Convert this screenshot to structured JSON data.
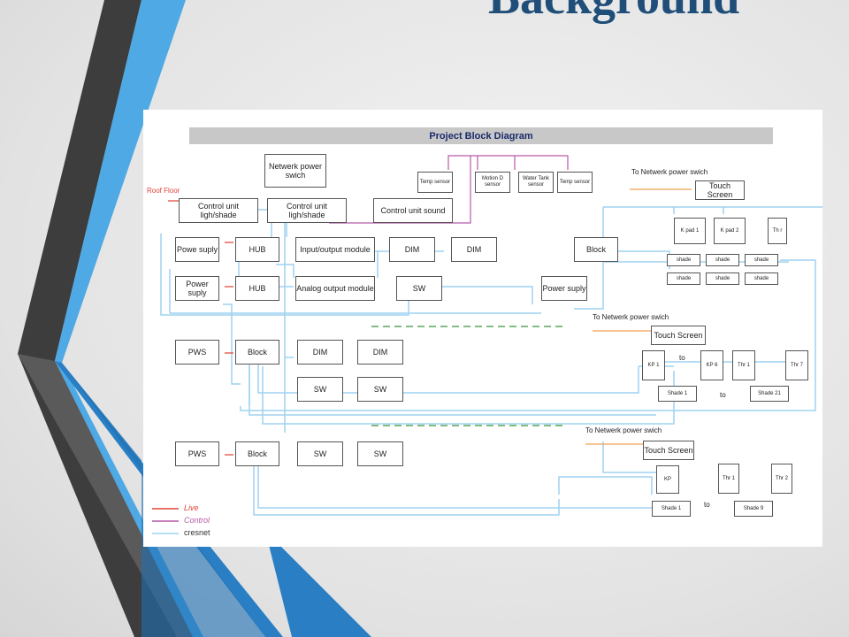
{
  "slide": {
    "title": "Background"
  },
  "diagram": {
    "title": "Project Block Diagram",
    "roof_label": "Roof Floor",
    "blocks": {
      "network_power": "Netwerk power swich",
      "ctrl_light": "Control unit ligh/shade",
      "ctrl_light2": "Control unit ligh/shade",
      "ctrl_sound": "Control unit sound",
      "temp1": "Temp sensor",
      "motion": "Motion D sensor",
      "water": "Water Tank sensor",
      "temp2": "Temp sensor",
      "power1": "Powe suply",
      "hub1": "HUB",
      "io_module": "Input/output module",
      "dim1": "DIM",
      "dim2": "DIM",
      "power2": "Power suply",
      "hub2": "HUB",
      "analog_module": "Analog output module",
      "sw1": "SW",
      "pws1": "PWS",
      "block1": "Block",
      "dim3": "DIM",
      "dim4": "DIM",
      "sw2": "SW",
      "sw3": "SW",
      "pws2": "PWS",
      "block2": "Block",
      "sw4": "SW",
      "sw5": "SW",
      "touch1": "Touch Screen",
      "kpad1": "K pad 1",
      "kpad2": "K pad 2",
      "th1": "Th r",
      "block_r": "Block",
      "shade1": "shade",
      "shade2": "shade",
      "shade3": "shade",
      "shade4": "shade",
      "shade5": "shade",
      "shade6": "shade",
      "power_r": "Power suply",
      "touch2": "Touch Screen",
      "kp1": "KP 1",
      "kp6": "KP 6",
      "thr1": "Thr 1",
      "thr7": "Thr 7",
      "shade_1": "Shade 1",
      "shade_21": "Shade 21",
      "touch3": "Touch Screen",
      "kp": "KP",
      "thr1b": "Thr 1",
      "thr2": "Thr 2",
      "shade_1b": "Shade 1",
      "shade_9": "Shade 9"
    },
    "labels": {
      "to_net1": "To Netwerk power swich",
      "to_net2": "To Netwerk power swich",
      "to_net3": "To Netwerk power swich",
      "to_a": "to",
      "to_b": "to",
      "to_c": "to"
    },
    "legend": [
      {
        "label": "Live",
        "color": "#e0443a"
      },
      {
        "label": "Control",
        "color": "#b65aa8"
      },
      {
        "label": "cresnet",
        "color": "#9fd2f0"
      }
    ]
  }
}
